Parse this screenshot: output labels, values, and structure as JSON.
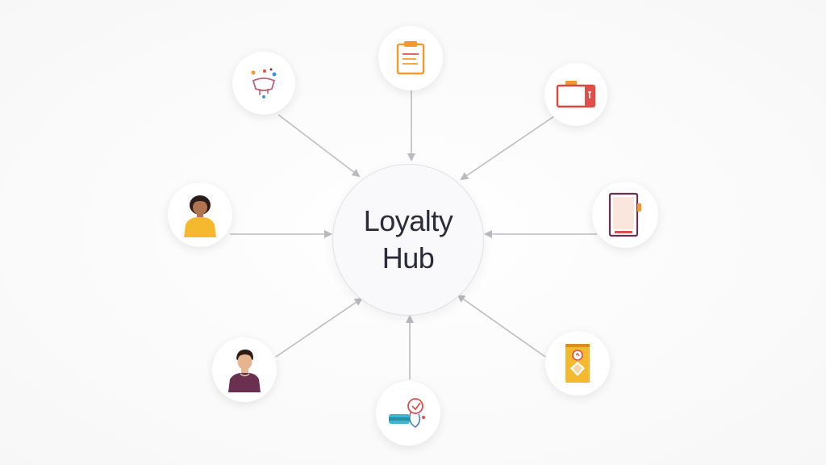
{
  "hub": {
    "line1": "Loyalty",
    "line2": "Hub"
  },
  "nodes": [
    {
      "id": "top-left",
      "icon": "party-celebration-icon"
    },
    {
      "id": "top",
      "icon": "clipboard-icon"
    },
    {
      "id": "top-right",
      "icon": "wallet-card-icon"
    },
    {
      "id": "left",
      "icon": "woman-avatar-icon"
    },
    {
      "id": "right",
      "icon": "tablet-icon"
    },
    {
      "id": "bottom-left",
      "icon": "man-avatar-icon"
    },
    {
      "id": "bottom",
      "icon": "gift-tag-icon"
    },
    {
      "id": "bottom-right",
      "icon": "coupon-icon"
    }
  ],
  "colors": {
    "connector": "#b9b9be",
    "hub_text": "#2b2b3a",
    "accent_orange": "#f29a2e",
    "accent_red": "#e0504a",
    "accent_yellow": "#f4b92f",
    "accent_purple": "#6b2f4f"
  }
}
